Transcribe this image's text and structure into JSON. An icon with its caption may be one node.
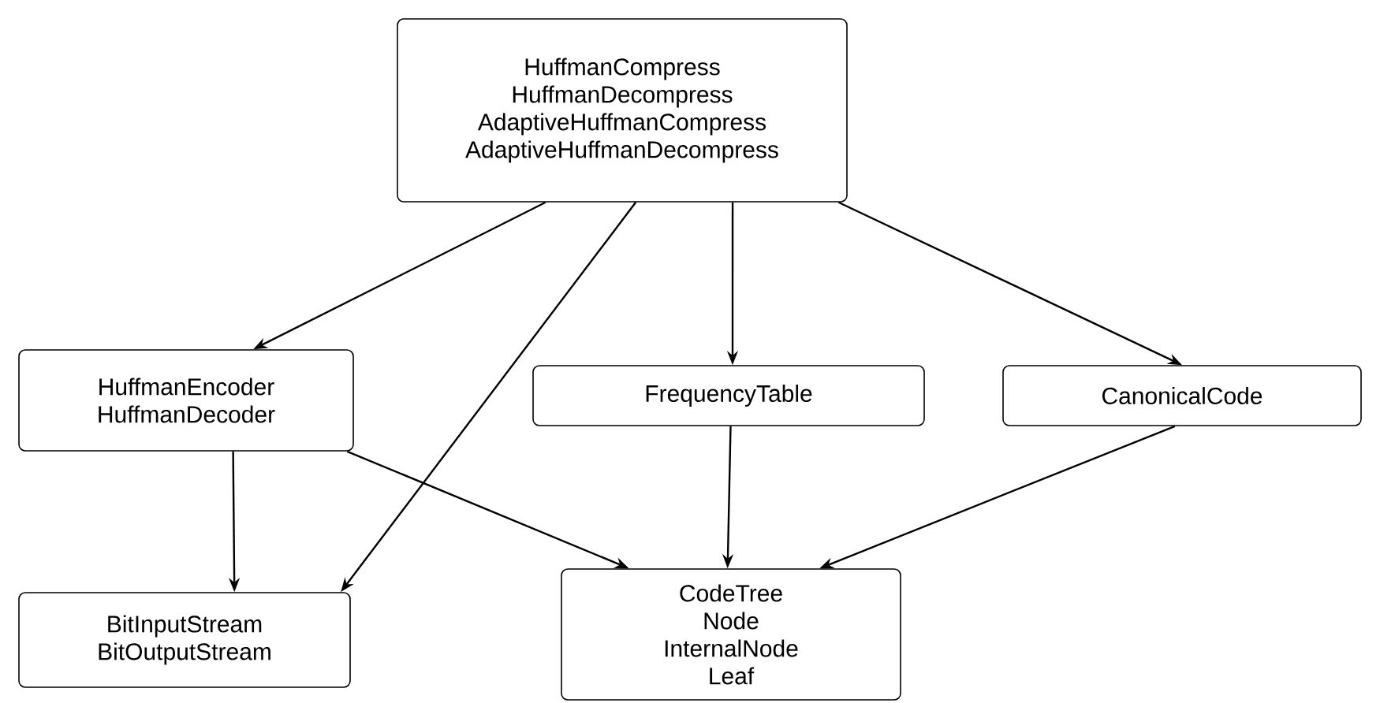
{
  "diagram": {
    "nodes": [
      {
        "text": [
          "HuffmanCompress",
          "HuffmanDecompress",
          "AdaptiveHuffmanCompress",
          "AdaptiveHuffmanDecompress"
        ]
      },
      {
        "text": [
          "HuffmanEncoder",
          "HuffmanDecoder"
        ]
      },
      {
        "text": [
          "FrequencyTable"
        ]
      },
      {
        "text": [
          "CanonicalCode"
        ]
      },
      {
        "text": [
          "BitInputStream",
          "BitOutputStream"
        ]
      },
      {
        "text": [
          "CodeTree",
          "Node",
          "InternalNode",
          "Leaf"
        ]
      }
    ],
    "edges": [
      {
        "from": 0,
        "to": 1,
        "arrow": "to"
      },
      {
        "from": 0,
        "to": 4,
        "arrow": "to"
      },
      {
        "from": 0,
        "to": 2,
        "arrow": "to"
      },
      {
        "from": 0,
        "to": 3,
        "arrow": "to"
      },
      {
        "from": 1,
        "to": 4,
        "arrow": "to"
      },
      {
        "from": 1,
        "to": 5,
        "arrow": "to"
      },
      {
        "from": 2,
        "to": 5,
        "arrow": "to"
      },
      {
        "from": 3,
        "to": 5,
        "arrow": "to"
      }
    ]
  }
}
